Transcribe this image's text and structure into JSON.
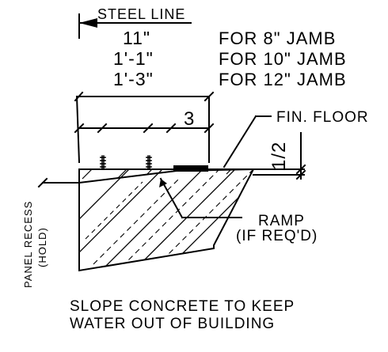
{
  "labels": {
    "steel_line": "STEEL LINE",
    "dimension_11": "11\"",
    "dimension_1_1": "1'-1\"",
    "dimension_1_3": "1'-3\"",
    "for_8_jamb": "FOR 8\" JAMB",
    "for_10_jamb": "FOR 10\" JAMB",
    "for_12_jamb": "FOR 12\" JAMB",
    "dimension_3": "3",
    "fin_floor": "FIN. FLOOR",
    "dimension_half": "1/2",
    "panel_recess": "PANEL RECESS",
    "hold": "(HOLD)",
    "ramp": "RAMP",
    "if_reqd": "(IF REQ'D)",
    "note_line_1": "SLOPE CONCRETE TO KEEP",
    "note_line_2": "WATER OUT OF BUILDING"
  },
  "colors": {
    "ink": "#000000",
    "paper": "#ffffff"
  },
  "icons": {
    "steel_line_arrow": "left-arrow",
    "bolt_marks": "anchor-bolt-icon"
  }
}
